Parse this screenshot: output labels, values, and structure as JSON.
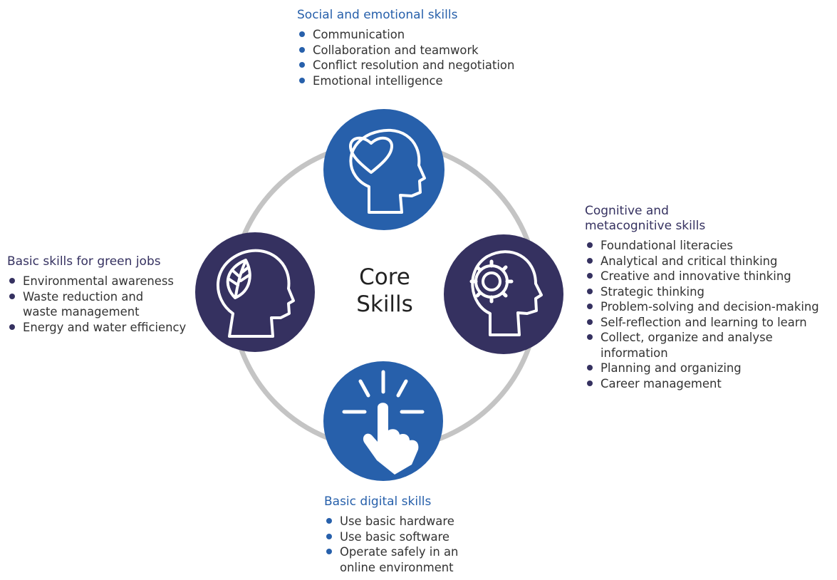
{
  "center_label": "Core\nSkills",
  "colors": {
    "blue": "#2760ab",
    "navy": "#353160",
    "ring": "#c4c4c4"
  },
  "sections": {
    "social": {
      "title": "Social and emotional skills",
      "icon": "head-heart-icon",
      "items": [
        "Communication",
        "Collaboration and teamwork",
        "Conflict resolution and negotiation",
        "Emotional intelligence"
      ]
    },
    "cognitive": {
      "title": "Cognitive and\nmetacognitive skills",
      "icon": "head-gear-icon",
      "items": [
        "Foundational literacies",
        "Analytical and critical thinking",
        "Creative and innovative thinking",
        "Strategic thinking",
        "Problem-solving and decision-making",
        "Self-reflection and learning to learn",
        "Collect, organize and analyse\ninformation",
        "Planning and organizing",
        "Career management"
      ]
    },
    "digital": {
      "title": "Basic digital skills",
      "icon": "hand-touch-icon",
      "items": [
        "Use basic hardware",
        "Use basic software",
        "Operate safely in an\nonline environment"
      ]
    },
    "green": {
      "title": "Basic skills for green jobs",
      "icon": "head-leaf-icon",
      "items": [
        "Environmental awareness",
        "Waste reduction and\nwaste management",
        "Energy and water efficiency"
      ]
    }
  }
}
